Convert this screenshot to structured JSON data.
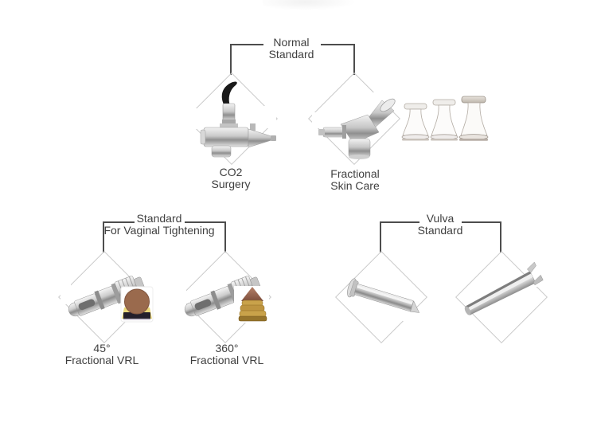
{
  "colors": {
    "background": "#ffffff",
    "bracket_line": "#4d4d4d",
    "diamond_border": "#c9c9c9",
    "label_text": "#3f3f3f",
    "inset_brown": "#9a6a4d",
    "inset_gold": "#c9a24a"
  },
  "groups": [
    {
      "name": "normal-standard",
      "title_line1": "Normal",
      "title_line2": "Standard",
      "items": [
        {
          "icon": "co2-surgery-handpiece-icon",
          "caption_line1": "CO2",
          "caption_line2": "Surgery"
        },
        {
          "icon": "fractional-skincare-handpiece-icon",
          "caption_line1": "Fractional",
          "caption_line2": "Skin Care"
        },
        {
          "icon": "glass-applicator-tips-icon"
        }
      ]
    },
    {
      "name": "standard-for-vaginal-tightening",
      "title_line1": "Standard",
      "title_line2": "For Vaginal Tightening",
      "items": [
        {
          "icon": "vrl-45-degree-probe-icon",
          "caption_line1": "45°",
          "caption_line2": "Fractional VRL"
        },
        {
          "icon": "vrl-360-degree-probe-icon",
          "caption_line1": "360°",
          "caption_line2": "Fractional VRL"
        }
      ]
    },
    {
      "name": "vulva-standard",
      "title_line1": "Vulva",
      "title_line2": "Standard",
      "items": [
        {
          "icon": "vulva-tube-probe-icon"
        },
        {
          "icon": "vulva-open-trough-probe-icon"
        }
      ]
    }
  ]
}
